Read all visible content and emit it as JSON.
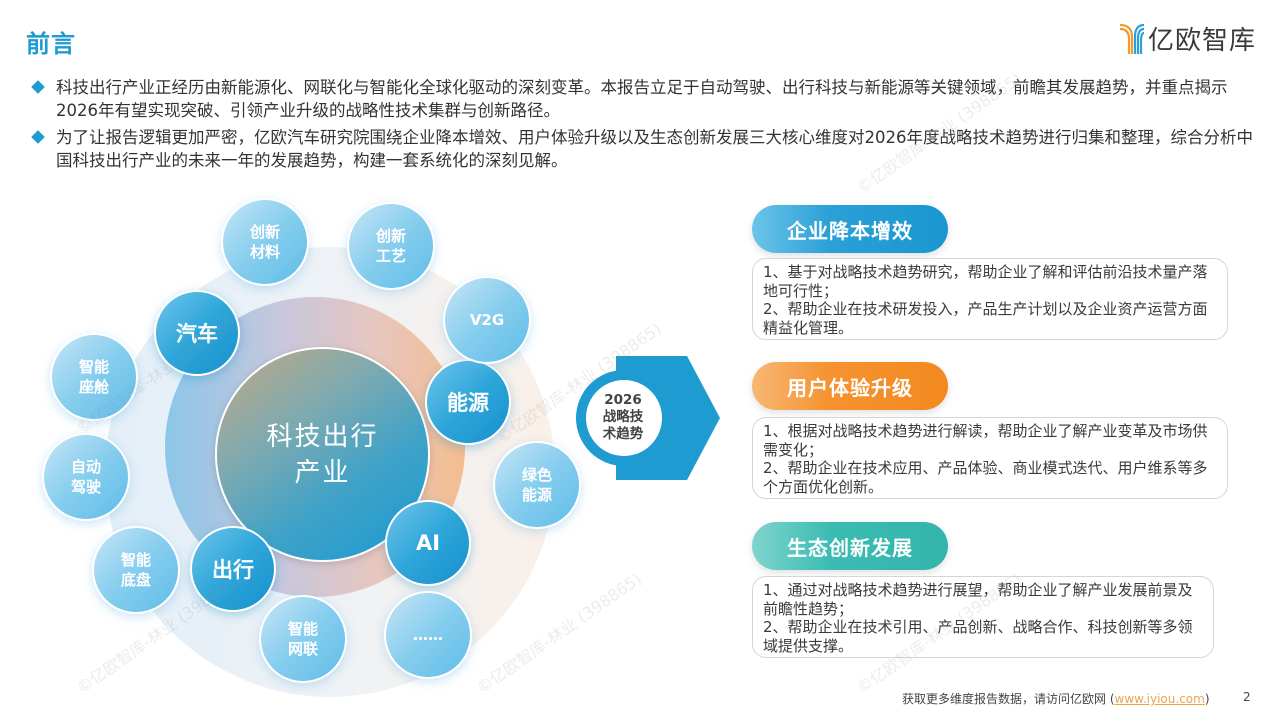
{
  "header": {
    "title": "前言",
    "logo_text": "亿欧智库",
    "logo_colors": {
      "orange": "#f39a2e",
      "blue": "#2aa0d6"
    }
  },
  "bullets": [
    "科技出行产业正经历由新能源化、网联化与智能化全球化驱动的深刻变革。本报告立足于自动驾驶、出行科技与新能源等关键领域，前瞻其发展趋势，并重点揭示2026年有望实现突破、引领产业升级的战略性技术集群与创新路径。",
    "为了让报告逻辑更加严密，亿欧汽车研究院围绕企业降本增效、用户体验升级以及生态创新发展三大核心维度对2026年度战略技术趋势进行归集和整理，综合分析中国科技出行产业的未来一年的发展趋势，构建一套系统化的深刻见解。"
  ],
  "diagram": {
    "core": "科技出行\n产业",
    "inner_nodes": [
      "汽车",
      "能源",
      "AI",
      "出行"
    ],
    "outer_nodes": [
      "创新\n材料",
      "创新\n工艺",
      "V2G",
      "绿色\n能源",
      "……",
      "智能\n网联",
      "智能\n底盘",
      "自动\n驾驶",
      "智能\n座舱"
    ],
    "badge": "2026\n战略技\n术趋势"
  },
  "panels": [
    {
      "title": "企业降本增效",
      "color": "#1a96d0",
      "lines": [
        "1、基于对战略技术趋势研究，帮助企业了解和评估前沿技术量产落地可行性；",
        "2、帮助企业在技术研发投入，产品生产计划以及企业资产运营方面精益化管理。"
      ]
    },
    {
      "title": "用户体验升级",
      "color": "#f2891e",
      "lines": [
        "1、根据对战略技术趋势进行解读，帮助企业了解产业变革及市场供需变化；",
        "2、帮助企业在技术应用、产品体验、商业模式迭代、用户维系等多个方面优化创新。"
      ]
    },
    {
      "title": "生态创新发展",
      "color": "#33b5ab",
      "lines": [
        "1、通过对战略技术趋势进行展望，帮助企业了解产业发展前景及前瞻性趋势；",
        "2、帮助企业在技术引用、产品创新、战略合作、科技创新等多领域提供支撑。"
      ]
    }
  ],
  "watermark": "©亿欧智库-林业 (398865)",
  "footer": {
    "text_prefix": "获取更多维度报告数据，请访问亿欧网 (",
    "link": "www.iyiou.com",
    "text_suffix": ")",
    "page_number": "2"
  }
}
